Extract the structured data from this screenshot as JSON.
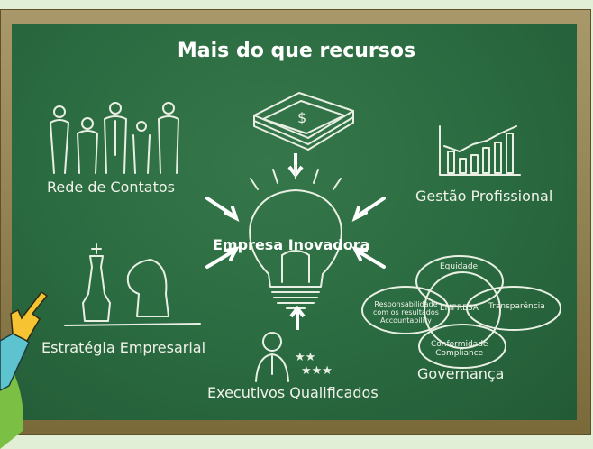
{
  "title": "Mais do que recursos",
  "center": "Empresa Inovadora",
  "items": {
    "network": "Rede de Contatos",
    "management": "Gestão Profissional",
    "strategy": "Estratégia Empresarial",
    "executives": "Executivos Qualificados",
    "governance": "Governança"
  },
  "governance_diagram": {
    "center": "EMPRESA",
    "top": "Equidade",
    "right": "Transparência",
    "left": [
      "Responsabilidade",
      "com os resultados",
      "Accountability"
    ],
    "bottom": [
      "Conformidade",
      "Compliance"
    ]
  },
  "colors": {
    "board": "#2d6e43",
    "frame": "#9a8a58",
    "background": "#e1efd7"
  }
}
